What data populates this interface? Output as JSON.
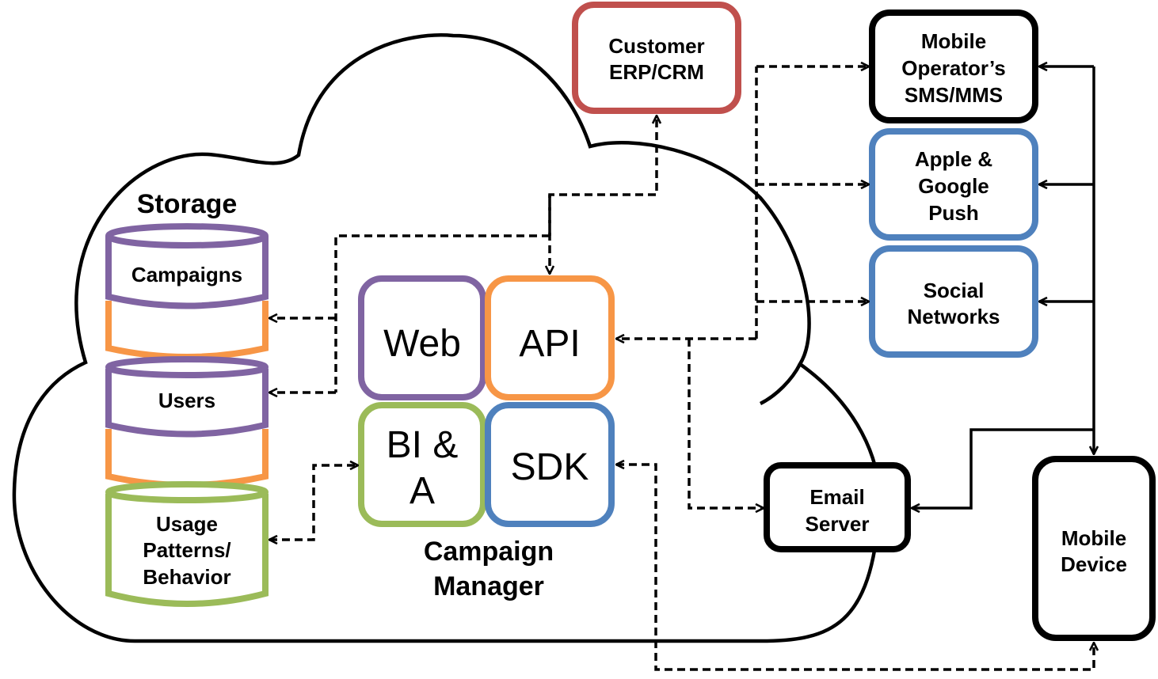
{
  "colors": {
    "purple": "#8064A2",
    "orange": "#F79646",
    "green": "#9BBB59",
    "blue": "#4F81BD",
    "red": "#C0504D",
    "black": "#000000"
  },
  "storage": {
    "title": "Storage",
    "databases": [
      {
        "label": "Campaigns",
        "top_color": "purple",
        "bottom_color": "orange"
      },
      {
        "label": "Users",
        "top_color": "purple",
        "bottom_color": "orange"
      },
      {
        "label_lines": [
          "Usage",
          "Patterns/",
          "Behavior"
        ],
        "color": "green"
      }
    ]
  },
  "campaign_manager": {
    "title_lines": [
      "Campaign",
      "Manager"
    ],
    "modules": [
      {
        "id": "web",
        "label_lines": [
          "Web"
        ],
        "color": "purple"
      },
      {
        "id": "api",
        "label_lines": [
          "API"
        ],
        "color": "orange"
      },
      {
        "id": "bia",
        "label_lines": [
          "BI &",
          "A"
        ],
        "color": "green"
      },
      {
        "id": "sdk",
        "label_lines": [
          "SDK"
        ],
        "color": "blue"
      }
    ]
  },
  "external": {
    "crm": {
      "label_lines": [
        "Customer",
        "ERP/CRM"
      ],
      "color": "red"
    },
    "sms": {
      "label_lines": [
        "Mobile",
        "Operator’s",
        "SMS/MMS"
      ],
      "color": "black"
    },
    "push": {
      "label_lines": [
        "Apple &",
        "Google",
        "Push"
      ],
      "color": "blue"
    },
    "social": {
      "label_lines": [
        "Social",
        "Networks"
      ],
      "color": "blue"
    },
    "email": {
      "label_lines": [
        "Email",
        "Server"
      ],
      "color": "black"
    },
    "device": {
      "label_lines": [
        "Mobile",
        "Device"
      ],
      "color": "black"
    }
  },
  "connections": [
    {
      "from": "api",
      "to": "crm",
      "style": "dashed"
    },
    {
      "from": "api",
      "to": "campaigns-db",
      "style": "dashed"
    },
    {
      "from": "api",
      "to": "users-db",
      "style": "dashed"
    },
    {
      "from": "bia",
      "to": "usage-db",
      "style": "dashed",
      "bidirectional": true
    },
    {
      "from": "api",
      "to": "sms",
      "style": "dashed"
    },
    {
      "from": "api",
      "to": "push",
      "style": "dashed"
    },
    {
      "from": "api",
      "to": "social",
      "style": "dashed"
    },
    {
      "from": "api",
      "to": "email",
      "style": "dashed"
    },
    {
      "from": "sdk",
      "to": "device",
      "style": "dashed",
      "bidirectional": true
    },
    {
      "from": "device",
      "to": "sms",
      "style": "solid"
    },
    {
      "from": "device",
      "to": "push",
      "style": "solid"
    },
    {
      "from": "device",
      "to": "social",
      "style": "solid"
    },
    {
      "from": "device",
      "to": "email",
      "style": "solid"
    }
  ]
}
